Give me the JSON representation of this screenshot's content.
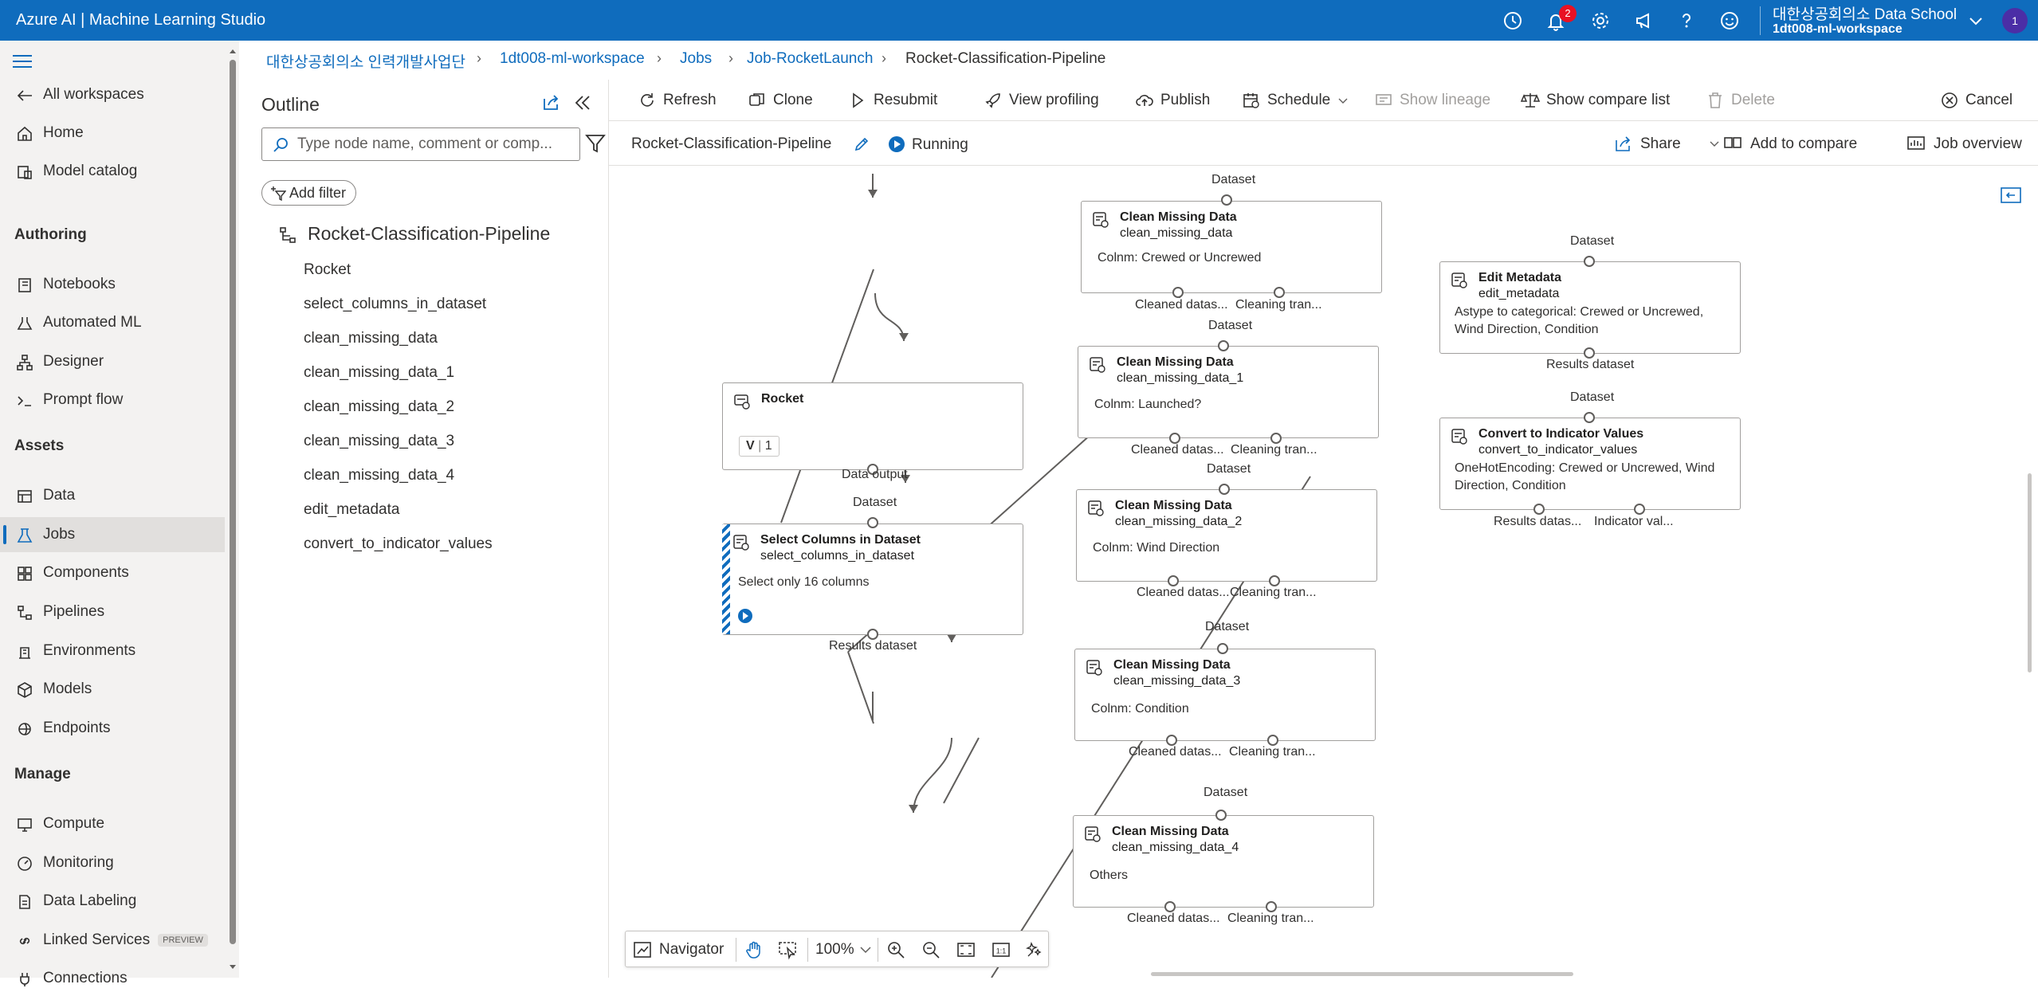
{
  "app": {
    "title": "Azure AI | Machine Learning Studio",
    "notification_count": "2"
  },
  "account": {
    "org": "대한상공회의소 Data School",
    "workspace": "1dt008-ml-workspace",
    "avatar_initial": "1"
  },
  "icons": {
    "topbar": [
      "history-icon",
      "bell-icon",
      "gear-icon",
      "megaphone-icon",
      "help-icon",
      "smiley-icon"
    ]
  },
  "leftnav": {
    "all_workspaces": "All workspaces",
    "home": "Home",
    "model_catalog": "Model catalog",
    "section_authoring": "Authoring",
    "notebooks": "Notebooks",
    "automated_ml": "Automated ML",
    "designer": "Designer",
    "prompt_flow": "Prompt flow",
    "section_assets": "Assets",
    "data": "Data",
    "jobs": "Jobs",
    "components": "Components",
    "pipelines": "Pipelines",
    "environments": "Environments",
    "models": "Models",
    "endpoints": "Endpoints",
    "section_manage": "Manage",
    "compute": "Compute",
    "monitoring": "Monitoring",
    "data_labeling": "Data Labeling",
    "linked_services": "Linked Services",
    "preview_badge": "PREVIEW",
    "connections": "Connections"
  },
  "breadcrumb": {
    "org": "대한상공회의소 인력개발사업단",
    "workspace": "1dt008-ml-workspace",
    "jobs": "Jobs",
    "experiment": "Job-RocketLaunch",
    "current": "Rocket-Classification-Pipeline"
  },
  "outline": {
    "title": "Outline",
    "search_placeholder": "Type node name, comment or comp...",
    "add_filter": "Add filter",
    "root": "Rocket-Classification-Pipeline",
    "nodes": [
      "Rocket",
      "select_columns_in_dataset",
      "clean_missing_data",
      "clean_missing_data_1",
      "clean_missing_data_2",
      "clean_missing_data_3",
      "clean_missing_data_4",
      "edit_metadata",
      "convert_to_indicator_values"
    ]
  },
  "toolbar": {
    "refresh": "Refresh",
    "clone": "Clone",
    "resubmit": "Resubmit",
    "view_profiling": "View profiling",
    "publish": "Publish",
    "schedule": "Schedule",
    "show_lineage": "Show lineage",
    "show_compare_list": "Show compare list",
    "delete": "Delete",
    "cancel": "Cancel"
  },
  "job": {
    "title": "Rocket-Classification-Pipeline",
    "status": "Running",
    "share": "Share",
    "add_to_compare": "Add to compare",
    "job_overview": "Job overview"
  },
  "pipeline": {
    "rocket": {
      "title": "Rocket",
      "version_label": "V",
      "version": "1",
      "output": "Data output"
    },
    "select_columns": {
      "title": "Select Columns in Dataset",
      "name": "select_columns_in_dataset",
      "comment": "Select only 16 columns",
      "input": "Dataset",
      "output": "Results dataset"
    },
    "cmd0": {
      "title": "Clean Missing Data",
      "name": "clean_missing_data",
      "comment": "Colnm: Crewed or Uncrewed",
      "input": "Dataset",
      "out1": "Cleaned datas...",
      "out2": "Cleaning tran..."
    },
    "cmd1": {
      "title": "Clean Missing Data",
      "name": "clean_missing_data_1",
      "comment": "Colnm: Launched?",
      "input": "Dataset",
      "out1": "Cleaned datas...",
      "out2": "Cleaning tran..."
    },
    "cmd2": {
      "title": "Clean Missing Data",
      "name": "clean_missing_data_2",
      "comment": "Colnm: Wind Direction",
      "input": "Dataset",
      "out1": "Cleaned datas...",
      "out2": "Cleaning tran..."
    },
    "cmd3": {
      "title": "Clean Missing Data",
      "name": "clean_missing_data_3",
      "comment": "Colnm: Condition",
      "input": "Dataset",
      "out1": "Cleaned datas...",
      "out2": "Cleaning tran..."
    },
    "cmd4": {
      "title": "Clean Missing Data",
      "name": "clean_missing_data_4",
      "comment": "Others",
      "input": "Dataset",
      "out1": "Cleaned datas...",
      "out2": "Cleaning tran..."
    },
    "edit_metadata": {
      "title": "Edit Metadata",
      "name": "edit_metadata",
      "comment_line1": "Astype to categorical: Crewed or Uncrewed,",
      "comment_line2": "Wind Direction, Condition",
      "input": "Dataset",
      "output": "Results dataset"
    },
    "convert": {
      "title": "Convert to Indicator Values",
      "name": "convert_to_indicator_values",
      "comment_line1": "OneHotEncoding: Crewed or Uncrewed, Wind",
      "comment_line2": "Direction, Condition",
      "input": "Dataset",
      "out1": "Results datas...",
      "out2": "Indicator val..."
    }
  },
  "navigator": {
    "label": "Navigator",
    "zoom": "100%"
  },
  "colors": {
    "brand": "#0f6cbd",
    "badge": "#e81123",
    "avatar": "#4b2ea6"
  }
}
